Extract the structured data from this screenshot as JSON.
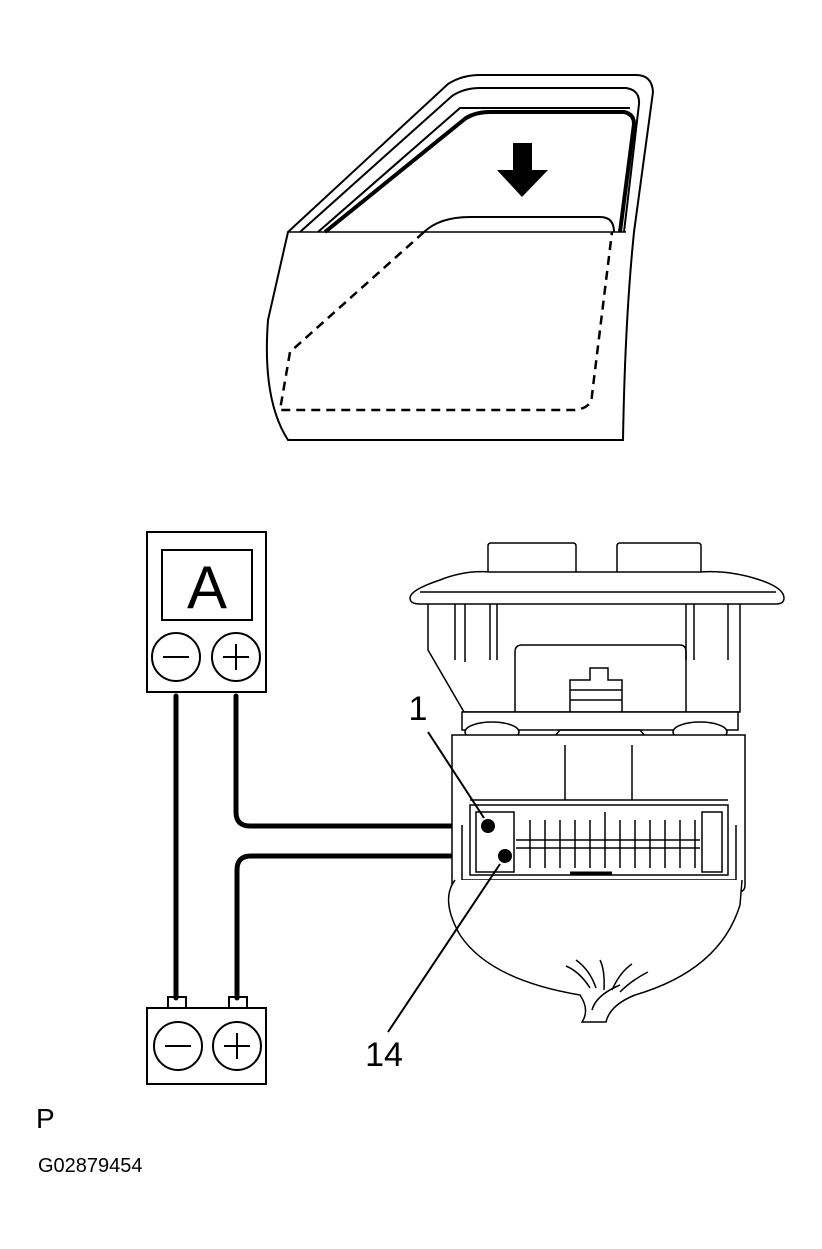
{
  "ammeter": {
    "symbol": "A",
    "neg_symbol": "−",
    "pos_symbol": "+"
  },
  "battery": {
    "neg_symbol": "−",
    "pos_symbol": "+"
  },
  "callouts": {
    "pin_1": "1",
    "pin_14": "14"
  },
  "figure": {
    "letter": "P",
    "code": "G02879454"
  }
}
